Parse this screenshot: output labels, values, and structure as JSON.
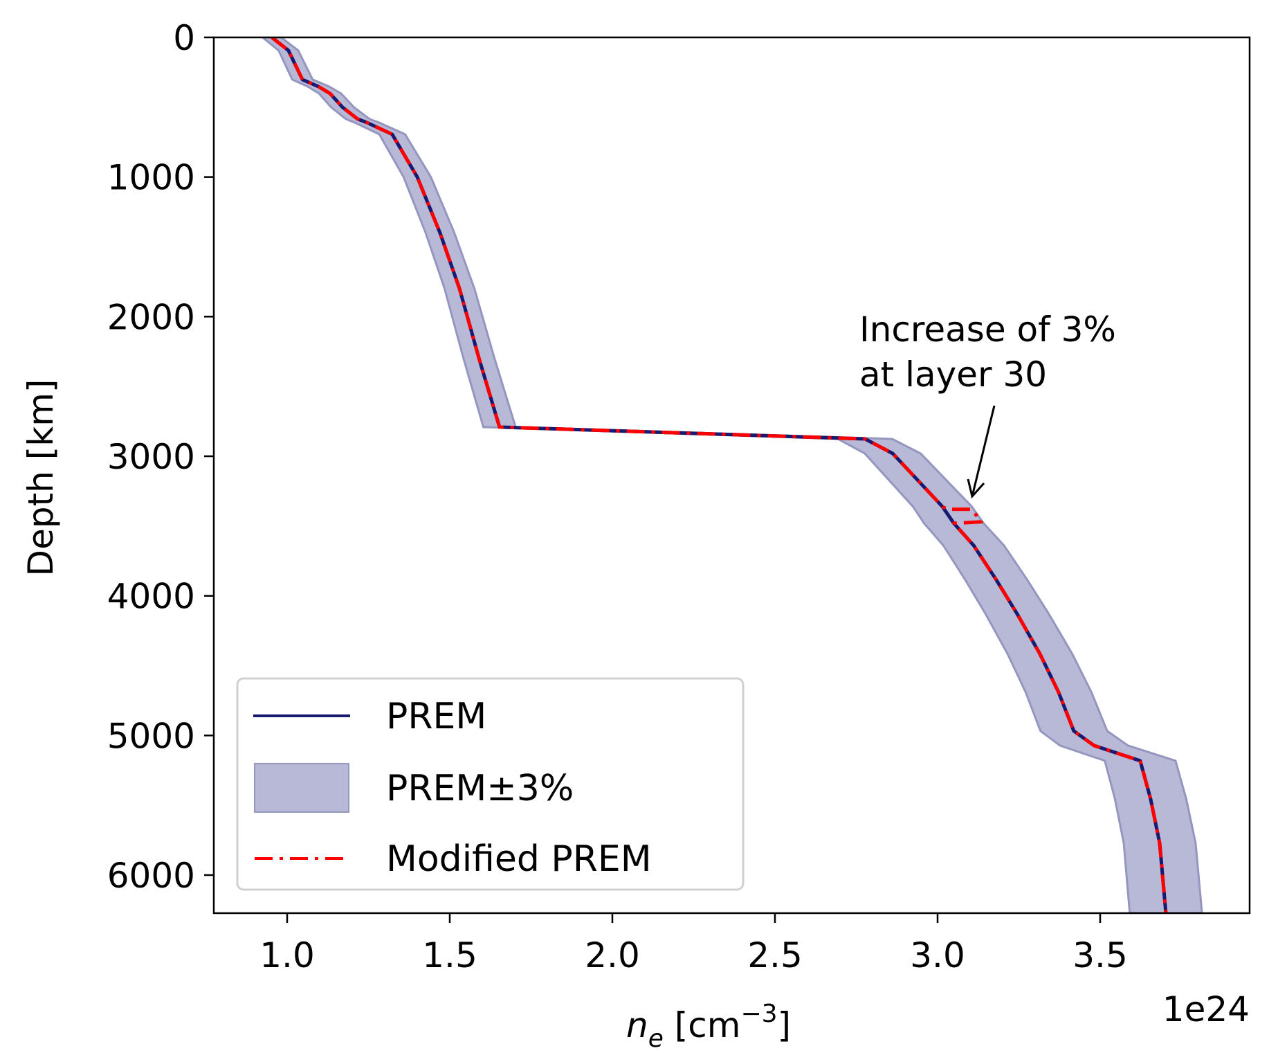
{
  "chart_data": {
    "type": "line",
    "title": "",
    "xlabel": "n_e [cm^-3]",
    "xlabel_main": "n",
    "xlabel_sub": "e",
    "xlabel_unit_pre": " [cm",
    "xlabel_unit_sup": "−3",
    "xlabel_unit_post": "]",
    "ylabel": "Depth [km]",
    "x_offset_text": "1e24",
    "xlim": [
      0.774,
      3.96
    ],
    "ylim": [
      6271,
      0
    ],
    "y_inverted": true,
    "grid": false,
    "legend_position": "lower left",
    "xticks": [
      1.0,
      1.5,
      2.0,
      2.5,
      3.0,
      3.5
    ],
    "xtick_labels": [
      "1.0",
      "1.5",
      "2.0",
      "2.5",
      "3.0",
      "3.5"
    ],
    "yticks": [
      0,
      1000,
      2000,
      3000,
      4000,
      5000,
      6000
    ],
    "ytick_labels": [
      "0",
      "1000",
      "2000",
      "3000",
      "4000",
      "5000",
      "6000"
    ],
    "units_note": "x values in units of 1e24 cm^-3, y values depth in km",
    "series": [
      {
        "name": "PREM",
        "style": "solid",
        "color": "#191970",
        "points": [
          [
            0.953,
            0
          ],
          [
            1.004,
            94
          ],
          [
            1.047,
            302
          ],
          [
            1.096,
            352
          ],
          [
            1.132,
            402
          ],
          [
            1.17,
            500
          ],
          [
            1.217,
            585
          ],
          [
            1.245,
            610
          ],
          [
            1.323,
            694
          ],
          [
            1.4,
            1000
          ],
          [
            1.47,
            1400
          ],
          [
            1.53,
            1800
          ],
          [
            1.59,
            2300
          ],
          [
            1.653,
            2791
          ],
          [
            2.777,
            2876
          ],
          [
            2.862,
            2980
          ],
          [
            3.015,
            3361
          ],
          [
            3.05,
            3480
          ],
          [
            3.111,
            3639
          ],
          [
            3.181,
            3887
          ],
          [
            3.245,
            4130
          ],
          [
            3.315,
            4417
          ],
          [
            3.372,
            4690
          ],
          [
            3.419,
            4968
          ],
          [
            3.481,
            5072
          ],
          [
            3.623,
            5181
          ],
          [
            3.655,
            5454
          ],
          [
            3.683,
            5771
          ],
          [
            3.702,
            6271
          ]
        ]
      },
      {
        "name": "PREM±3%",
        "style": "band",
        "color": "#191970",
        "fill": "#b8b9d6",
        "edge": "#9496c0",
        "relative_halfwidth": 0.03
      },
      {
        "name": "Modified PREM",
        "style": "dashdot",
        "color": "#ff0000",
        "points": [
          [
            0.953,
            0
          ],
          [
            1.004,
            94
          ],
          [
            1.047,
            302
          ],
          [
            1.096,
            352
          ],
          [
            1.132,
            402
          ],
          [
            1.17,
            500
          ],
          [
            1.217,
            585
          ],
          [
            1.245,
            610
          ],
          [
            1.323,
            694
          ],
          [
            1.4,
            1000
          ],
          [
            1.47,
            1400
          ],
          [
            1.53,
            1800
          ],
          [
            1.59,
            2300
          ],
          [
            1.653,
            2791
          ],
          [
            2.777,
            2876
          ],
          [
            2.862,
            2980
          ],
          [
            3.015,
            3361
          ],
          [
            3.03,
            3380
          ],
          [
            3.105,
            3380
          ],
          [
            3.135,
            3470
          ],
          [
            3.05,
            3480
          ],
          [
            3.111,
            3639
          ],
          [
            3.181,
            3887
          ],
          [
            3.245,
            4130
          ],
          [
            3.315,
            4417
          ],
          [
            3.372,
            4690
          ],
          [
            3.419,
            4968
          ],
          [
            3.481,
            5072
          ],
          [
            3.623,
            5181
          ],
          [
            3.655,
            5454
          ],
          [
            3.683,
            5771
          ],
          [
            3.702,
            6271
          ]
        ]
      }
    ],
    "annotations": [
      {
        "text_lines": [
          "Increase of 3%",
          "at layer 30"
        ],
        "arrow_from": [
          3.19,
          3290
        ],
        "arrow_to": [
          3.12,
          3300
        ]
      }
    ]
  },
  "legend": {
    "items": [
      {
        "label": "PREM"
      },
      {
        "label": "PREM±3%"
      },
      {
        "label": "Modified PREM"
      }
    ]
  },
  "annotation": {
    "line1": "Increase of 3%",
    "line2": "at layer 30"
  },
  "axes": {
    "ylabel": "Depth [km]",
    "offset": "1e24"
  }
}
